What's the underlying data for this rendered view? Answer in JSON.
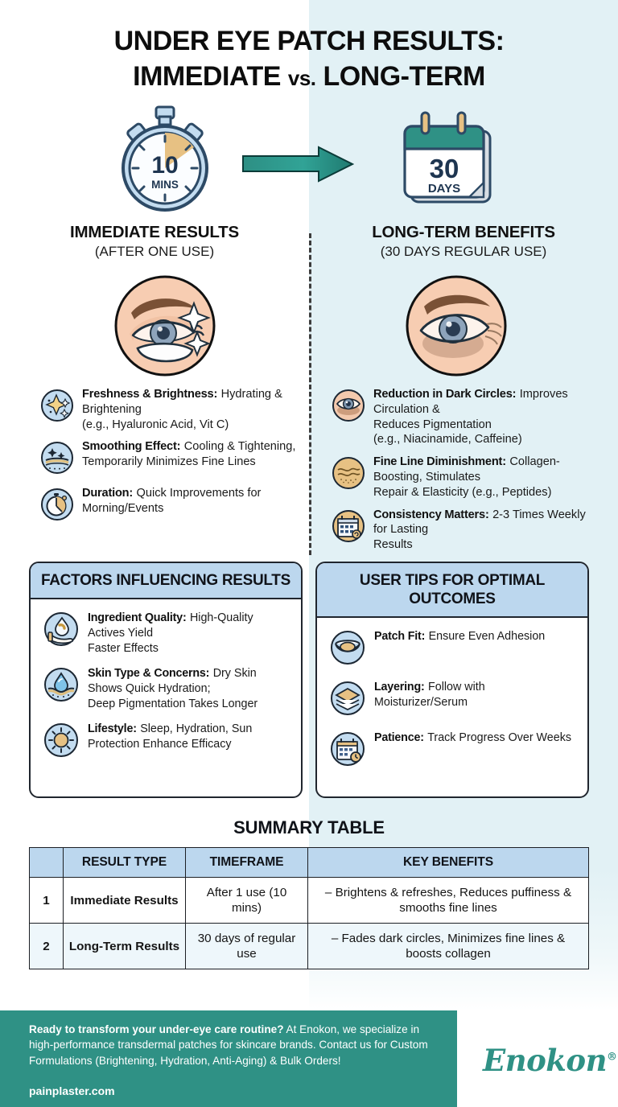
{
  "title": {
    "line1": "UNDER EYE PATCH RESULTS:",
    "line2_a": "IMMEDIATE ",
    "line2_vs": "vs.",
    "line2_b": " LONG-TERM"
  },
  "top": {
    "stopwatch_value": "10",
    "stopwatch_unit": "MINS",
    "calendar_value": "30",
    "calendar_unit": "DAYS",
    "arrow": "arrow-right"
  },
  "columns": {
    "left": {
      "heading": "IMMEDIATE RESULTS",
      "subheading": "(AFTER ONE USE)"
    },
    "right": {
      "heading": "LONG-TERM BENEFITS",
      "subheading": "(30 DAYS REGULAR USE)"
    }
  },
  "immediate_points": [
    {
      "icon": "sparkle-icon",
      "title": "Freshness & Brightness:",
      "body": "Hydrating & Brightening\n(e.g., Hyaluronic Acid, Vit C)"
    },
    {
      "icon": "skin-smoothing-icon",
      "title": "Smoothing Effect:",
      "body": "Cooling & Tightening,\nTemporarily Minimizes Fine Lines"
    },
    {
      "icon": "stopwatch-icon",
      "title": "Duration:",
      "body": "Quick Improvements for\nMorning/Events"
    }
  ],
  "longterm_points": [
    {
      "icon": "eye-dark-circle-icon",
      "title": "Reduction in Dark Circles:",
      "body": "Improves Circulation &\nReduces Pigmentation\n(e.g., Niacinamide, Caffeine)"
    },
    {
      "icon": "fine-lines-icon",
      "title": "Fine Line Diminishment:",
      "body": "Collagen-Boosting, Stimulates\nRepair & Elasticity (e.g., Peptides)"
    },
    {
      "icon": "calendar-icon",
      "title": "Consistency Matters:",
      "body": "2-3 Times Weekly for Lasting\nResults"
    }
  ],
  "panel_left": {
    "heading": "FACTORS INFLUENCING RESULTS",
    "items": [
      {
        "icon": "hand-drop-icon",
        "title": "Ingredient Quality:",
        "body": "High-Quality Actives Yield\nFaster Effects"
      },
      {
        "icon": "water-drop-skin-icon",
        "title": "Skin Type & Concerns:",
        "body": "Dry Skin Shows Quick Hydration;\nDeep Pigmentation Takes Longer"
      },
      {
        "icon": "sun-icon",
        "title": "Lifestyle:",
        "body": "Sleep, Hydration, Sun\nProtection Enhance Efficacy"
      }
    ]
  },
  "panel_right": {
    "heading": "USER TIPS FOR OPTIMAL OUTCOMES",
    "items": [
      {
        "icon": "eye-patch-icon",
        "title": "Patch Fit:",
        "body": "Ensure Even Adhesion"
      },
      {
        "icon": "layers-icon",
        "title": "Layering:",
        "body": "Follow with\nMoisturizer/Serum"
      },
      {
        "icon": "calendar-clock-icon",
        "title": "Patience:",
        "body": "Track Progress Over Weeks"
      }
    ]
  },
  "summary": {
    "title": "SUMMARY TABLE",
    "headers": [
      "",
      "RESULT TYPE",
      "TIMEFRAME",
      "KEY BENEFITS"
    ],
    "rows": [
      {
        "num": "1",
        "type": "Immediate Results",
        "timeframe": "After 1 use (10 mins)",
        "benefits": "– Brightens & refreshes, Reduces puffiness & smooths fine lines"
      },
      {
        "num": "2",
        "type": "Long-Term Results",
        "timeframe": "30 days of regular use",
        "benefits": "– Fades dark circles, Minimizes fine lines & boosts collagen"
      }
    ]
  },
  "footer": {
    "lead": "Ready to transform your under-eye care routine?",
    "body": " At Enokon, we specialize in high-performance transdermal patches for skincare brands. Contact us for Custom Formulations (Brightening, Hydration, Anti-Aging) & Bulk Orders!",
    "url": "painplaster.com",
    "brand": "Enokon",
    "brand_mark": "®"
  },
  "colors": {
    "teal": "#2f9185",
    "panel_header": "#bcd7ee",
    "right_wash": "#e2f1f5",
    "icon_blue": "#c3dcf0",
    "icon_tan": "#e7c183",
    "ink": "#1c1f24"
  }
}
